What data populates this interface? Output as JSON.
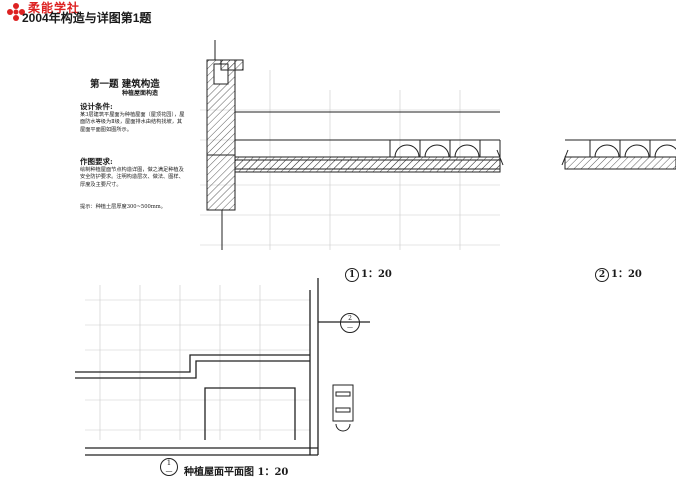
{
  "header": {
    "brand": "柔能学社",
    "title": "2004年构造与详图第1题"
  },
  "question": {
    "title": "第一题   建筑构造",
    "subtitle": "种植屋面构造",
    "conditions_head": "设计条件:",
    "conditions_body": "某3层建筑平屋面为种植屋面（屋顶花园），屋面防水等级为Ⅱ级，屋面排水由结构找坡，其屋面平面图如图所示。",
    "requirements_head": "作图要求:",
    "requirements_body": "绘制种植屋面节点构造详图，做之满足种植及安全防护要求。注明构造层次、做法、图样、厚度及主要尺寸。",
    "hint": "提示：种植土层厚度300~500mm。"
  },
  "labels": {
    "detail1_num": "1",
    "detail1_scale": "1：20",
    "detail2_num": "2",
    "detail2_scale": "1：20",
    "plan_num": "1",
    "plan_den": "—",
    "plan_title": "种植屋面平面图  1：20",
    "marker_num": "2",
    "marker_den": "—"
  },
  "colors": {
    "accent": "#d22222",
    "line": "#222222"
  }
}
